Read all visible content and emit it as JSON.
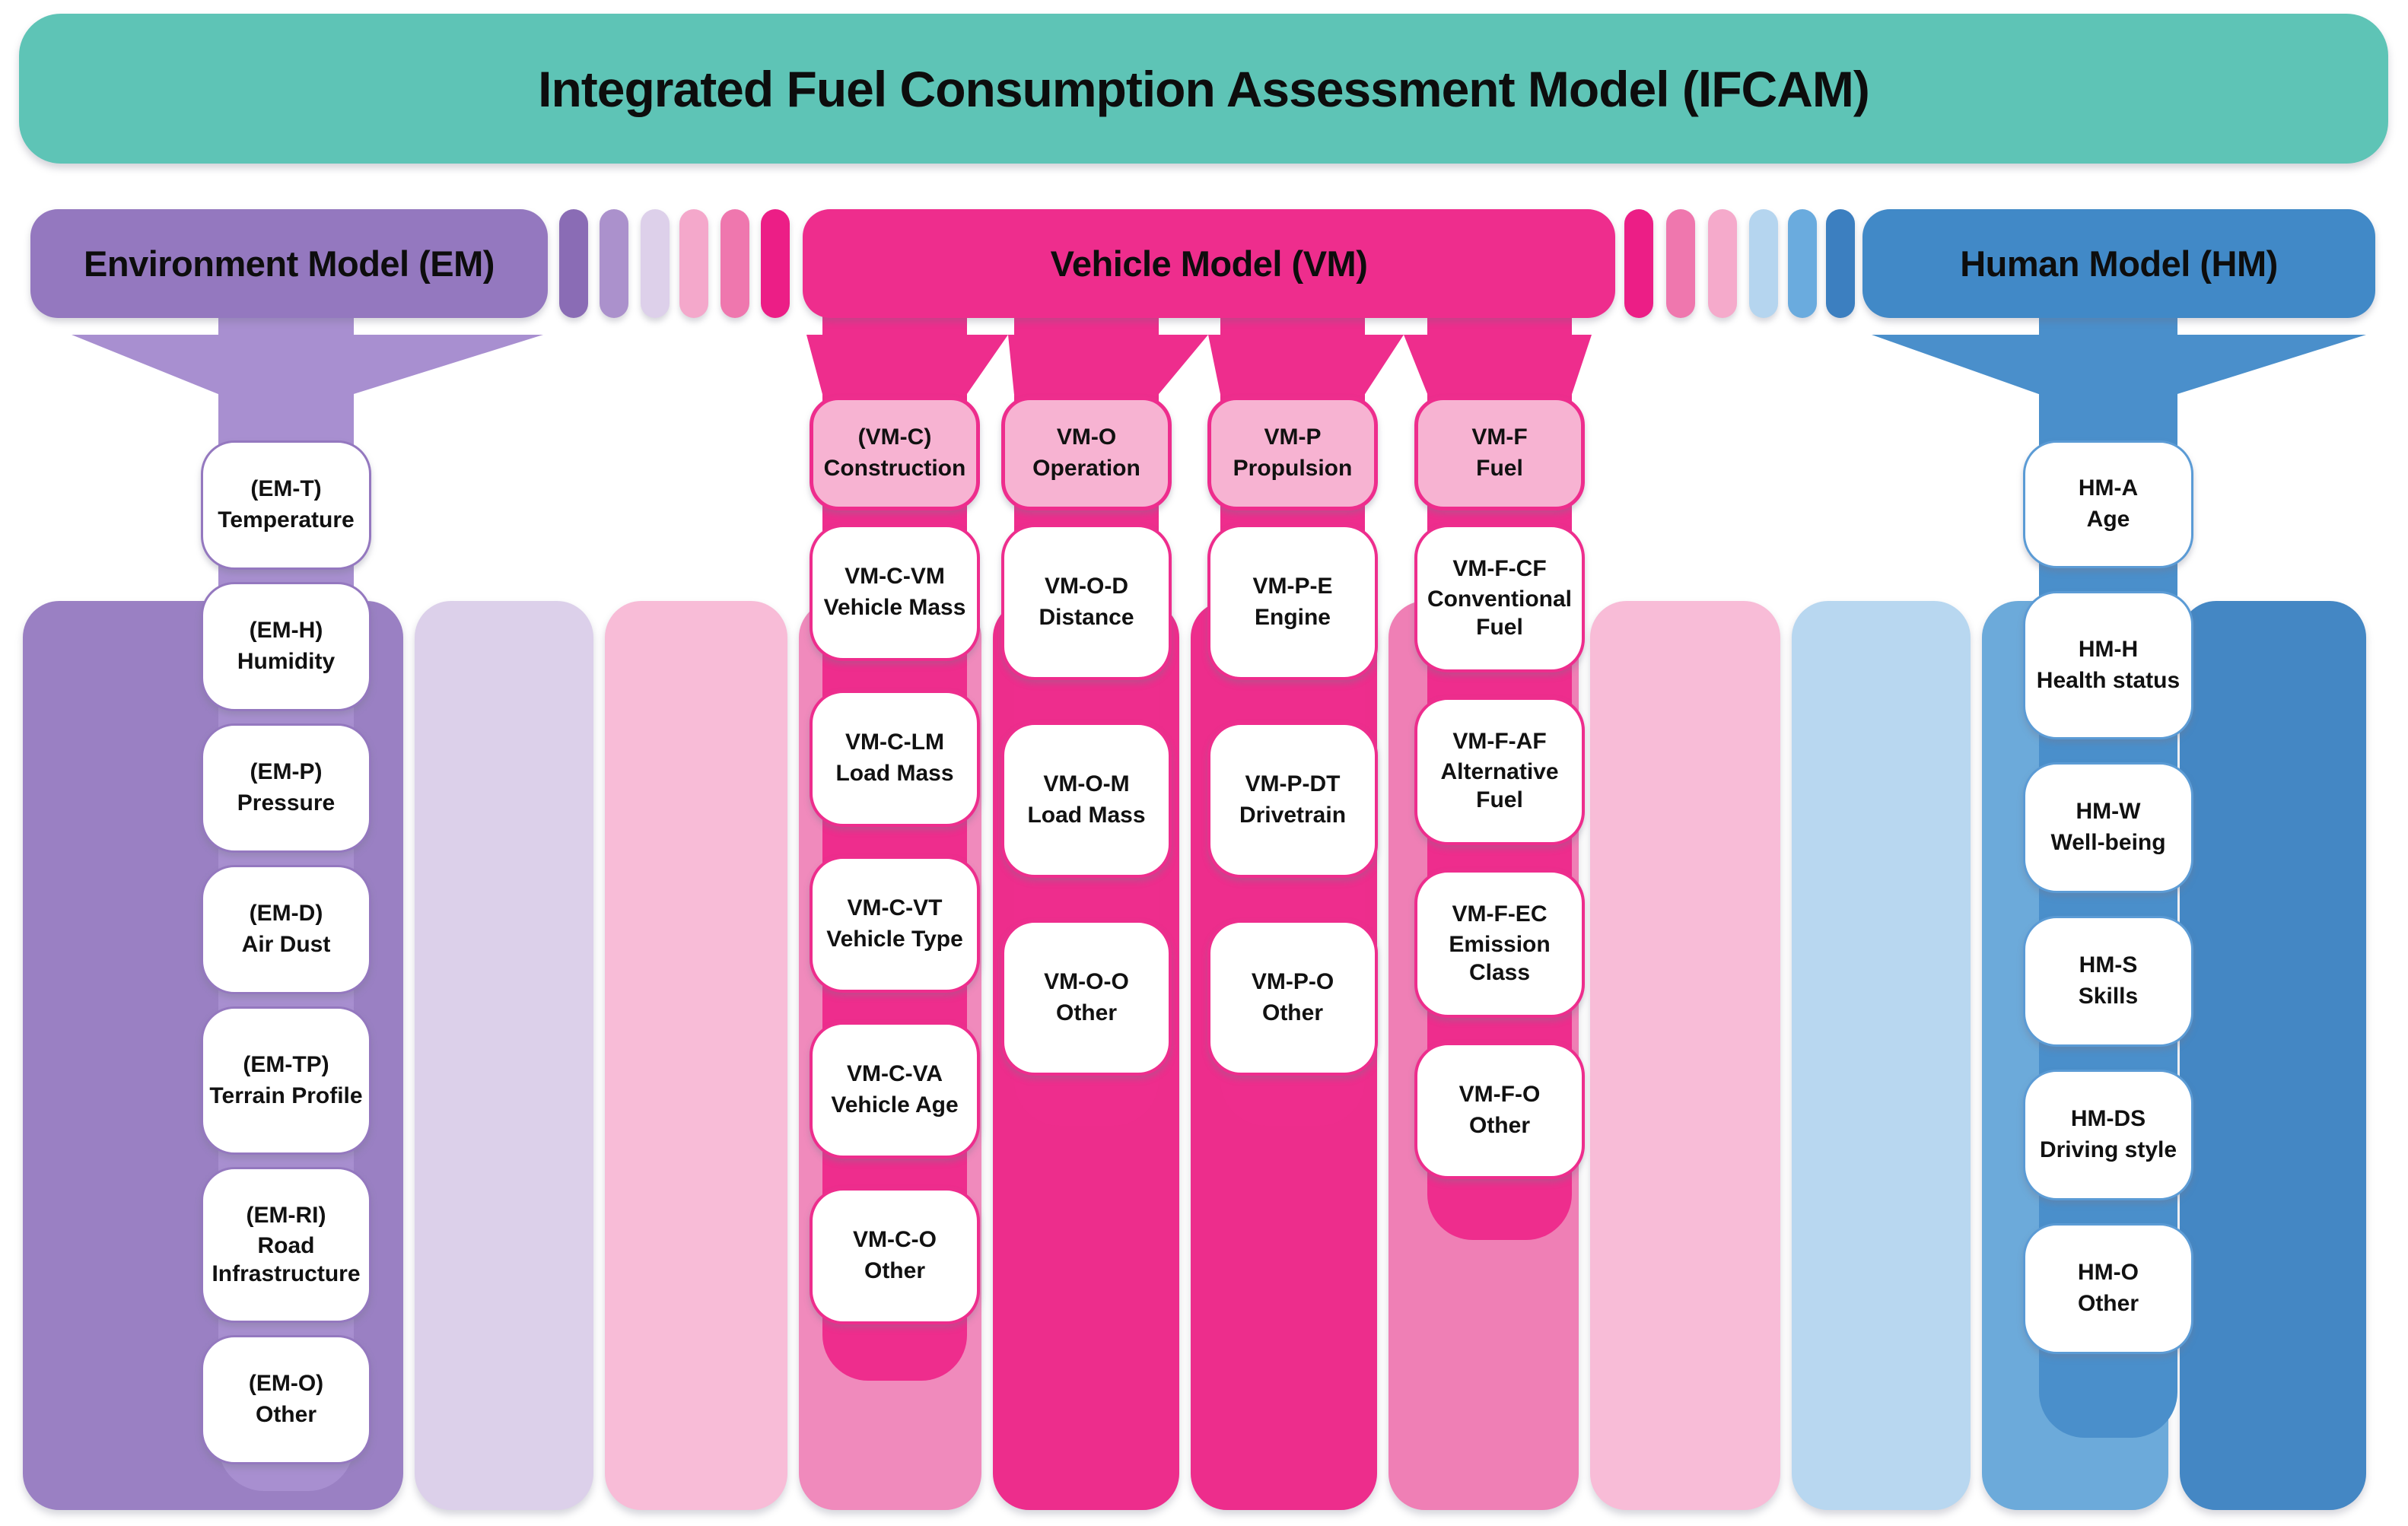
{
  "title": "Integrated Fuel Consumption Assessment Model (IFCAM)",
  "colors": {
    "title_bg": "#5ec4b6",
    "em_primary": "#9478bf",
    "em_band": "#9a80c3",
    "em_stem": "#a88fd0",
    "lavender_band": "#dcd0ea",
    "light_pink_band": "#f8bcd7",
    "vm_primary": "#ee2d8d",
    "vm_subheader_bg": "#f7b3d2",
    "vm_c_band": "#f08abc",
    "vm_o_band": "#ed2d8c",
    "vm_p_band": "#ed2d8c",
    "vm_f_band": "#ef7fb5",
    "light_blue_band": "#b8d7f0",
    "hm_primary": "#4189c7",
    "hm_band": "#6caada",
    "hm_stem": "#4a8fcb",
    "hm_box_border": "#5b9bd5",
    "dark_blue_band": "#4487c4"
  },
  "em": {
    "header": "Environment Model (EM)",
    "boxes": [
      {
        "code": "(EM-T)",
        "label": "Temperature"
      },
      {
        "code": "(EM-H)",
        "label": "Humidity"
      },
      {
        "code": "(EM-P)",
        "label": "Pressure"
      },
      {
        "code": "(EM-D)",
        "label": "Air Dust"
      },
      {
        "code": "(EM-TP)",
        "label": "Terrain Profile"
      },
      {
        "code": "(EM-RI)",
        "label": "Road Infrastructure"
      },
      {
        "code": "(EM-O)",
        "label": "Other"
      }
    ]
  },
  "vm": {
    "header": "Vehicle Model (VM)",
    "columns": [
      {
        "code": "(VM-C)",
        "label": "Construction",
        "boxes": [
          {
            "code": "VM-C-VM",
            "label": "Vehicle Mass"
          },
          {
            "code": "VM-C-LM",
            "label": "Load Mass"
          },
          {
            "code": "VM-C-VT",
            "label": "Vehicle Type"
          },
          {
            "code": "VM-C-VA",
            "label": "Vehicle Age"
          },
          {
            "code": "VM-C-O",
            "label": "Other"
          }
        ]
      },
      {
        "code": "VM-O",
        "label": "Operation",
        "boxes": [
          {
            "code": "VM-O-D",
            "label": "Distance"
          },
          {
            "code": "VM-O-M",
            "label": "Load Mass"
          },
          {
            "code": "VM-O-O",
            "label": "Other"
          }
        ]
      },
      {
        "code": "VM-P",
        "label": "Propulsion",
        "boxes": [
          {
            "code": "VM-P-E",
            "label": "Engine"
          },
          {
            "code": "VM-P-DT",
            "label": "Drivetrain"
          },
          {
            "code": "VM-P-O",
            "label": "Other"
          }
        ]
      },
      {
        "code": "VM-F",
        "label": "Fuel",
        "boxes": [
          {
            "code": "VM-F-CF",
            "label": "Conventional Fuel"
          },
          {
            "code": "VM-F-AF",
            "label": "Alternative Fuel"
          },
          {
            "code": "VM-F-EC",
            "label": "Emission Class"
          },
          {
            "code": "VM-F-O",
            "label": "Other"
          }
        ]
      }
    ]
  },
  "hm": {
    "header": "Human Model (HM)",
    "boxes": [
      {
        "code": "HM-A",
        "label": "Age"
      },
      {
        "code": "HM-H",
        "label": "Health status"
      },
      {
        "code": "HM-W",
        "label": "Well-being"
      },
      {
        "code": "HM-S",
        "label": "Skills"
      },
      {
        "code": "HM-DS",
        "label": "Driving style"
      },
      {
        "code": "HM-O",
        "label": "Other"
      }
    ]
  },
  "transition_pills": {
    "em_to_vm": [
      {
        "color": "#8a6cb5"
      },
      {
        "color": "#ab91cc"
      },
      {
        "color": "#ddd0ea"
      },
      {
        "color": "#f4a8cb"
      },
      {
        "color": "#ef77ae"
      },
      {
        "color": "#ec1e86"
      }
    ],
    "vm_to_hm": [
      {
        "color": "#ec1e86"
      },
      {
        "color": "#ef77ae"
      },
      {
        "color": "#f5aacb"
      },
      {
        "color": "#b5d5ef"
      },
      {
        "color": "#6aabde"
      },
      {
        "color": "#3c7fc0"
      }
    ]
  },
  "bands": [
    {
      "name": "em-band",
      "color": "#9a80c3"
    },
    {
      "name": "lavender-band",
      "color": "#dcd0ea"
    },
    {
      "name": "light-pink-band",
      "color": "#f8bcd7"
    },
    {
      "name": "vm-c-band",
      "color": "#f08abc"
    },
    {
      "name": "vm-o-band",
      "color": "#ed2d8c"
    },
    {
      "name": "vm-p-band",
      "color": "#ed2d8c"
    },
    {
      "name": "vm-f-band",
      "color": "#ef7fb5"
    },
    {
      "name": "light-pink-band-2",
      "color": "#f8bcd7"
    },
    {
      "name": "light-blue-band",
      "color": "#b8d7f0"
    },
    {
      "name": "hm-band",
      "color": "#6caada"
    },
    {
      "name": "dark-blue-band",
      "color": "#4487c4"
    }
  ]
}
